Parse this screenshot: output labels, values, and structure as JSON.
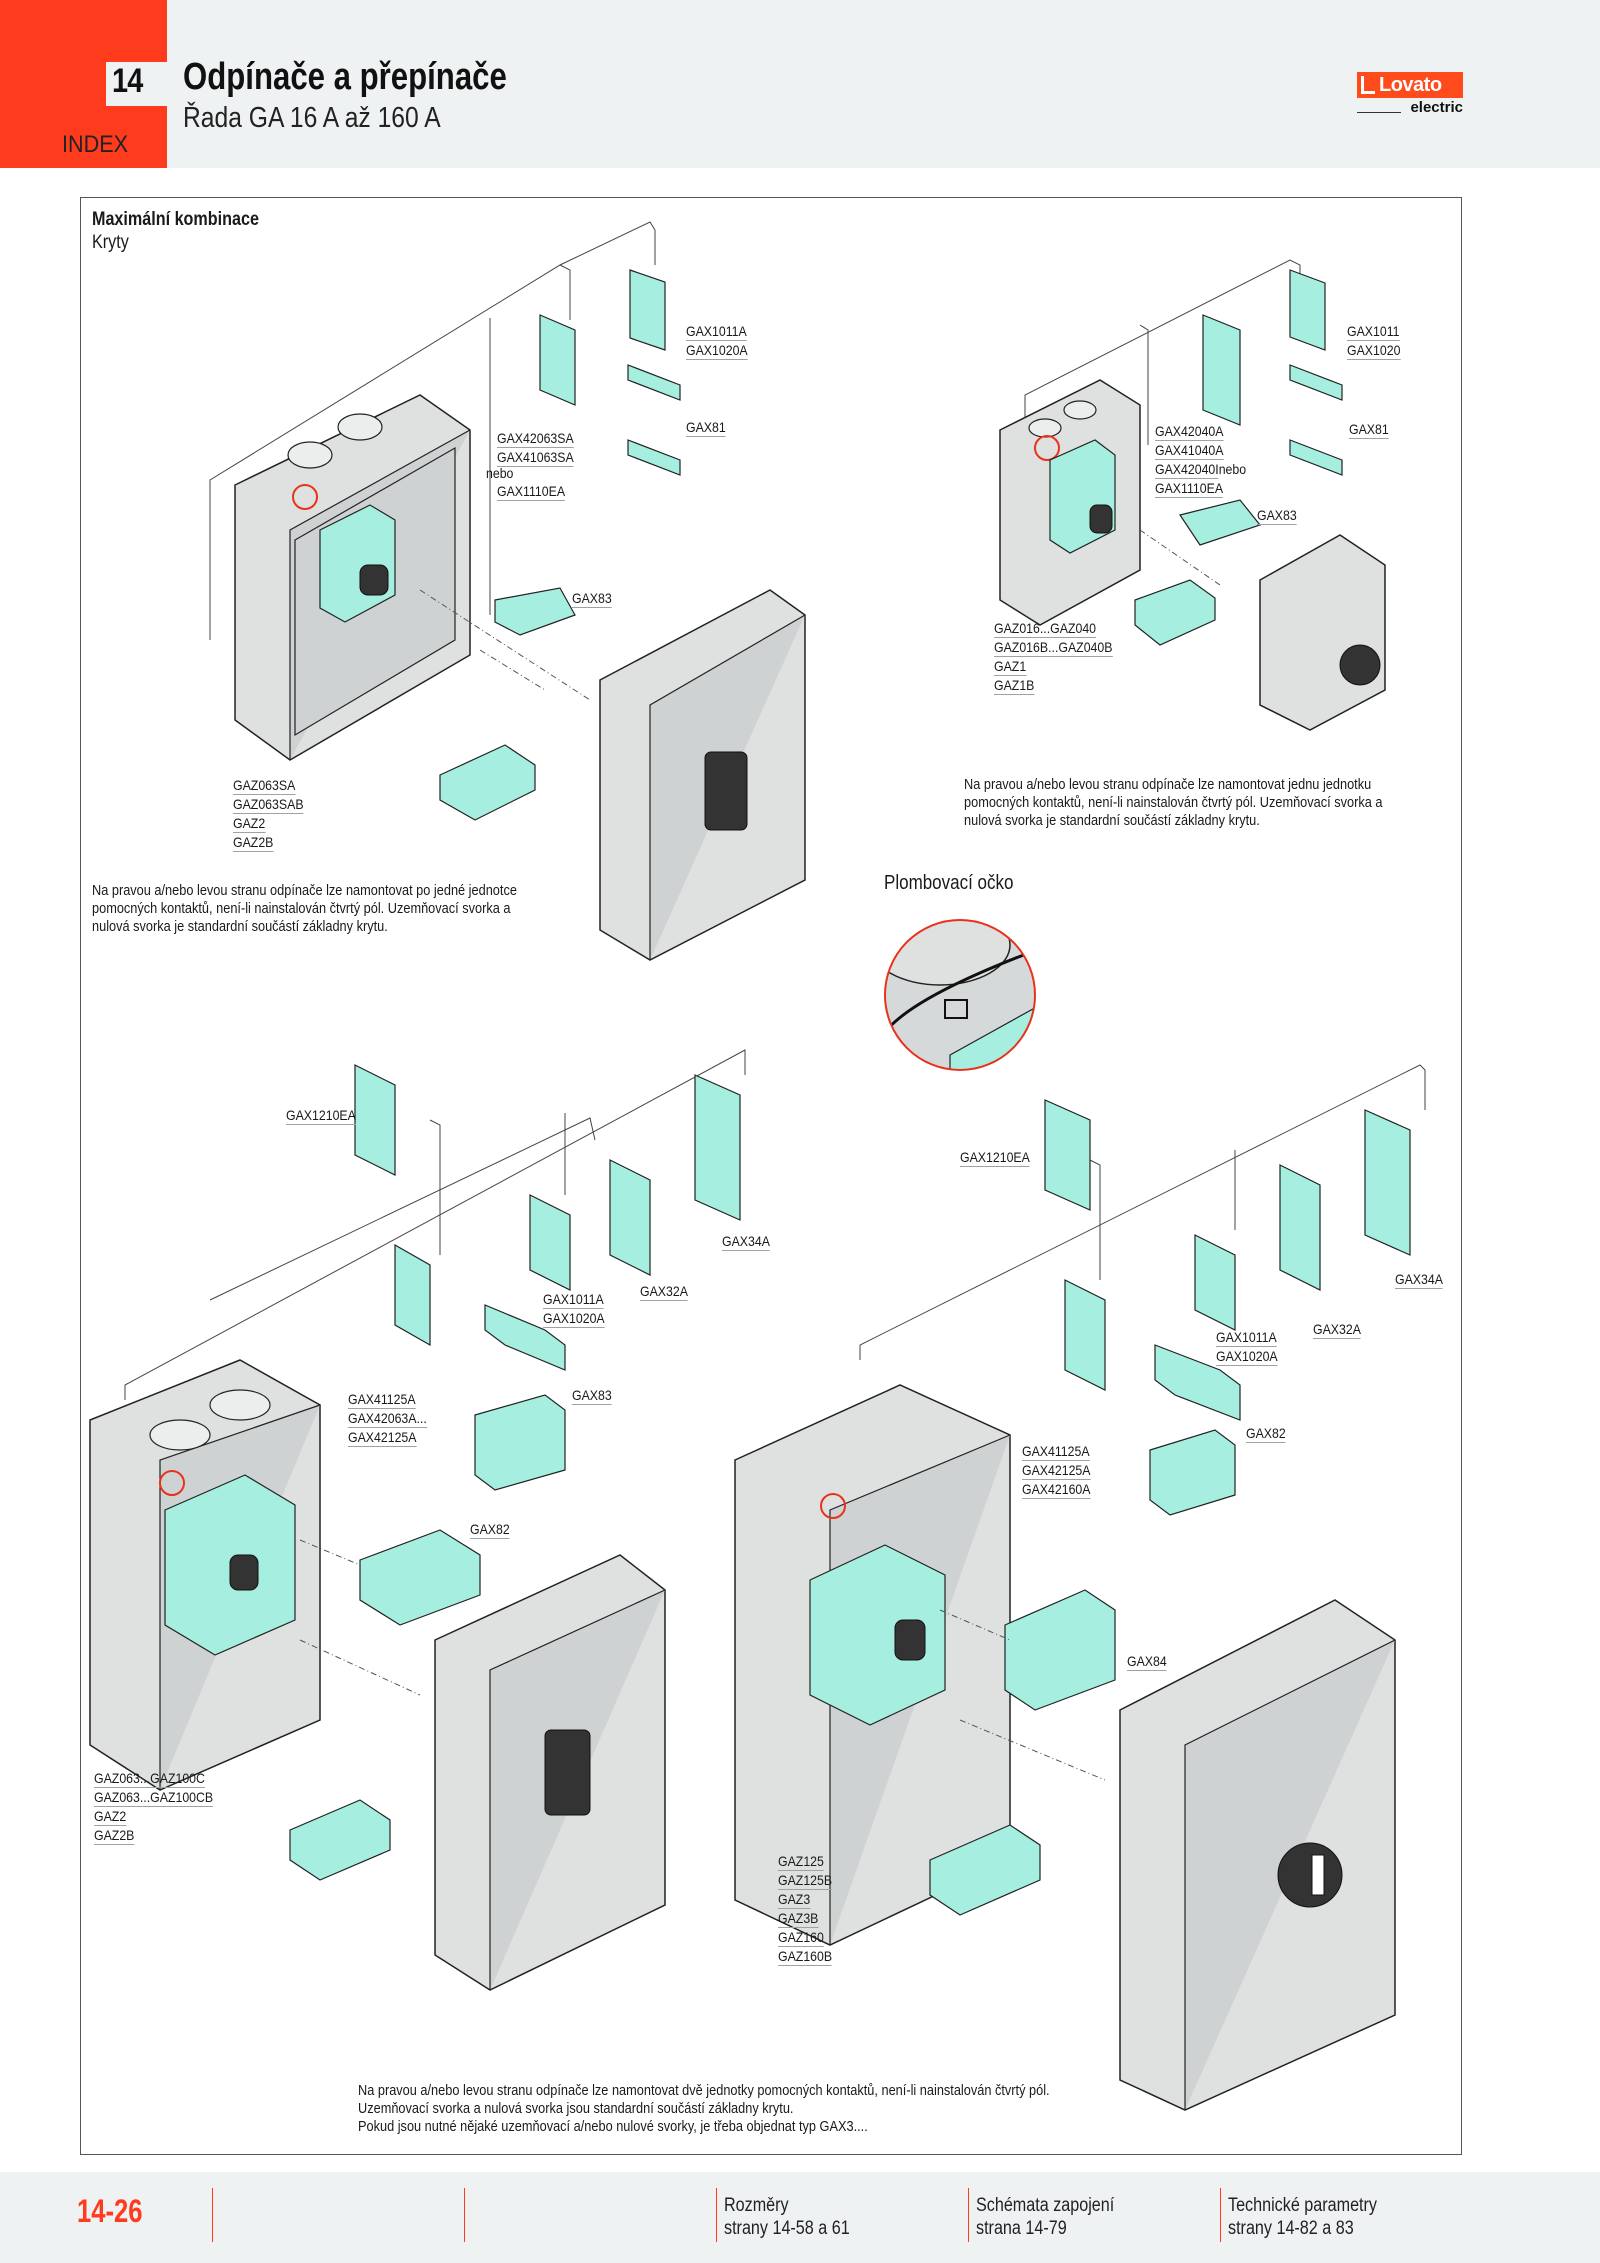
{
  "header": {
    "chapter_number": "14",
    "index_label": "INDEX",
    "title": "Odpínače a přepínače",
    "subtitle": "Řada GA 16 A až 160 A",
    "logo": {
      "brand": "Lovato",
      "tagline": "electric",
      "brand_color": "#ff4a1c"
    }
  },
  "section": {
    "title": "Maximální kombinace",
    "subtitle": "Kryty"
  },
  "diagram_top_left": {
    "labels": {
      "aux_contacts": [
        "GAX1011A",
        "GAX1020A"
      ],
      "cover_a": "GAX81",
      "fourth_pole": [
        "GAX42063SA",
        "GAX41063SA"
      ],
      "or_word": "nebo",
      "alt_contact": "GAX1110EA",
      "terminal_cover": "GAX83",
      "enclosures": [
        "GAZ063SA",
        "GAZ063SAB",
        "GAZ2",
        "GAZ2B"
      ]
    },
    "note": [
      "Na pravou a/nebo levou stranu odpínače lze namontovat po jedné jednotce",
      "pomocných kontaktů, není-li nainstalován čtvrtý pól. Uzemňovací svorka a",
      "nulová svorka je standardní součástí základny krytu."
    ]
  },
  "diagram_top_right": {
    "labels": {
      "aux_contacts": [
        "GAX1011",
        "GAX1020"
      ],
      "cover_a": "GAX81",
      "fourth_pole": [
        "GAX42040A",
        "GAX41040A",
        "GAX42040I"
      ],
      "or_word": "nebo",
      "alt_contact": "GAX1110EA",
      "terminal_cover": "GAX83",
      "enclosures": [
        "GAZ016...GAZ040",
        "GAZ016B...GAZ040B",
        "GAZ1",
        "GAZ1B"
      ]
    },
    "note": [
      "Na pravou a/nebo levou stranu odpínače lze namontovat jednu jednotku",
      "pomocných kontaktů, není-li nainstalován čtvrtý pól. Uzemňovací svorka a",
      "nulová svorka je standardní součástí základny krytu."
    ]
  },
  "detail": {
    "label": "Plombovací očko",
    "highlight_color": "#e8321c"
  },
  "diagram_bottom_left": {
    "labels": {
      "alt_contact": "GAX1210EA",
      "bar_34": "GAX34A",
      "bar_32": "GAX32A",
      "aux_contacts": [
        "GAX1011A",
        "GAX1020A"
      ],
      "fourth_pole": [
        "GAX41125A",
        "GAX42063A...",
        "GAX42125A"
      ],
      "cover_a": "GAX83",
      "terminal_cover": "GAX82",
      "enclosures": [
        "GAZ063...GAZ100C",
        "GAZ063...GAZ100CB",
        "GAZ2",
        "GAZ2B"
      ]
    }
  },
  "diagram_bottom_right": {
    "labels": {
      "alt_contact": "GAX1210EA",
      "bar_34": "GAX34A",
      "bar_32": "GAX32A",
      "aux_contacts": [
        "GAX1011A",
        "GAX1020A"
      ],
      "cover_a": "GAX82",
      "fourth_pole": [
        "GAX41125A",
        "GAX42125A",
        "GAX42160A"
      ],
      "terminal_cover": "GAX84",
      "enclosures": [
        "GAZ125",
        "GAZ125B",
        "GAZ3",
        "GAZ3B",
        "GAZ160",
        "GAZ160B"
      ]
    }
  },
  "bottom_note": [
    "Na pravou a/nebo levou stranu odpínače lze namontovat dvě jednotky pomocných kontaktů, není-li nainstalován čtvrtý pól.",
    "Uzemňovací svorka a nulová svorka jsou standardní součástí základny krytu.",
    "Pokud jsou nutné nějaké uzemňovací a/nebo nulové svorky, je třeba objednat typ GAX3...."
  ],
  "footer": {
    "page_number": "14-26",
    "refs": [
      {
        "title": "Rozměry",
        "pages": "strany 14-58 a 61"
      },
      {
        "title": "Schémata zapojení",
        "pages": "strana 14-79"
      },
      {
        "title": "Technické parametry",
        "pages": "strany 14-82 a 83"
      }
    ],
    "accent_color": "#ff3b1d"
  },
  "colors": {
    "part_fill": "#a6efe0",
    "enclosure_fill": "#dfe1e1",
    "header_bg": "#eff2f3"
  }
}
